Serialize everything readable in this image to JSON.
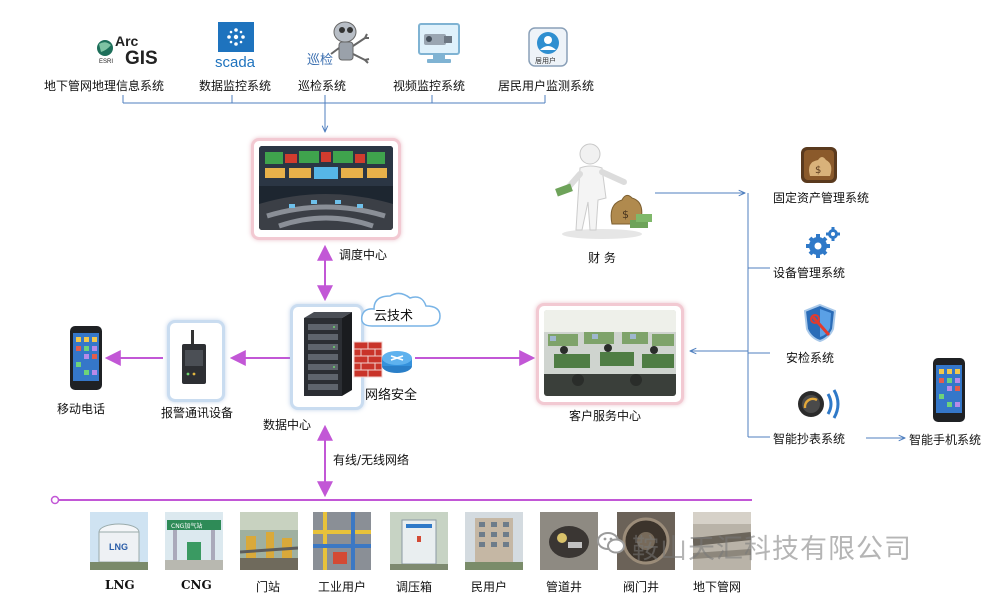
{
  "top_systems": [
    {
      "label": "地下管网地理信息系统",
      "icon": "arcgis-logo-icon",
      "logo_top": "Arc",
      "logo_bottom": "GIS",
      "logo_small": "ESRI"
    },
    {
      "label": "数据监控系统",
      "icon": "scada-logo-icon",
      "logo_text": "scada"
    },
    {
      "label": "巡检系统",
      "icon": "patrol-robot-icon",
      "logo_text": "巡检"
    },
    {
      "label": "视频监控系统",
      "icon": "video-camera-icon"
    },
    {
      "label": "居民用户监测系统",
      "icon": "user-monitor-icon",
      "logo_text": "居用户"
    }
  ],
  "center": {
    "dispatch_label": "调度中心",
    "data_center_label": "数据中心",
    "cloud_label": "云技术",
    "security_label": "网络安全",
    "network_label": "有线/无线网络",
    "customer_service_label": "客户服务中心",
    "finance_label": "财 务",
    "alarm_label": "报警通讯设备",
    "mobile_label": "移动电话"
  },
  "right_systems": [
    {
      "label": "固定资产管理系统",
      "icon": "asset-money-icon"
    },
    {
      "label": "设备管理系统",
      "icon": "gears-icon"
    },
    {
      "label": "安检系统",
      "icon": "shield-check-icon"
    },
    {
      "label": "智能抄表系统",
      "icon": "meter-signal-icon"
    }
  ],
  "smartphone_label": "智能手机系统",
  "bottom_items": [
    {
      "label": "LNG",
      "tile_text": "LNG"
    },
    {
      "label": "CNG",
      "tile_text": "CNG加气站"
    },
    {
      "label": "门站"
    },
    {
      "label": "工业用户"
    },
    {
      "label": "调压箱"
    },
    {
      "label": "民用户"
    },
    {
      "label": "管道井"
    },
    {
      "label": "阀门井"
    },
    {
      "label": "地下管网"
    }
  ],
  "watermark": "鞍山天汇科技有限公司",
  "colors": {
    "blue_line": "#4f7fbf",
    "purple_line": "#c257d6",
    "pink_frame": "#f2c9d2"
  }
}
